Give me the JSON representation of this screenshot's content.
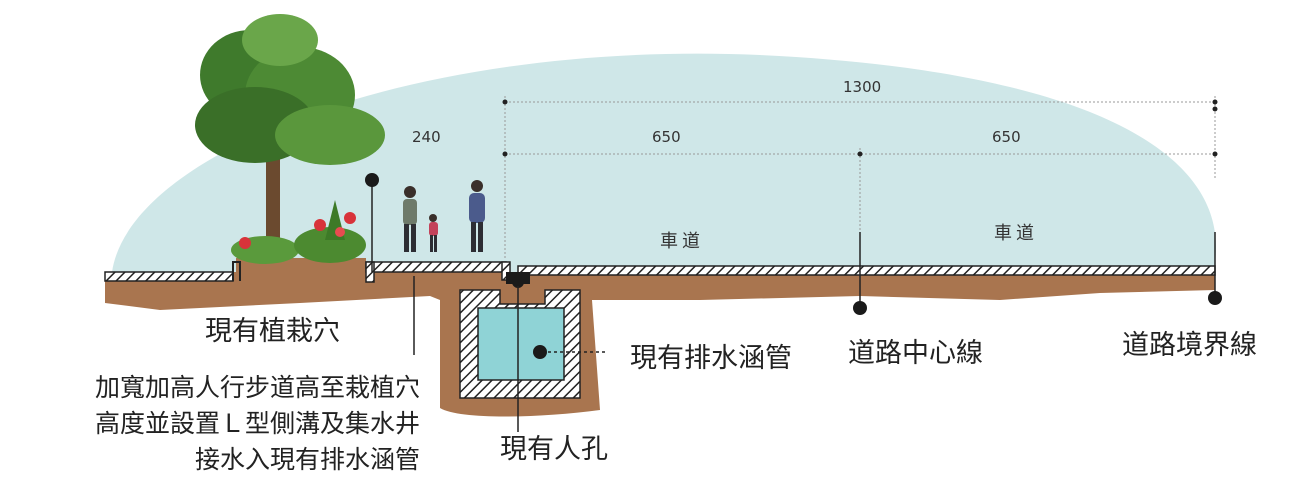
{
  "dimensions": {
    "total": "1300",
    "sidewalk": "240",
    "lane_left": "650",
    "lane_right": "650"
  },
  "lanes": {
    "left": "車道",
    "right": "車道"
  },
  "labels": {
    "planting_pit": "現有植栽穴",
    "drain_pipe": "現有排水涵管",
    "manhole": "現有人孔",
    "road_centerline": "道路中心線",
    "road_boundary": "道路境界線"
  },
  "note": {
    "line1": "加寬加高人行步道高至栽植穴",
    "line2": "高度並設置Ｌ型側溝及集水井",
    "line3": "接水入現有排水涵管"
  },
  "colors": {
    "sky": "#cfe7e8",
    "soil": "#a9754f",
    "water": "#8fd3d6",
    "pavement": "#2a2a2a"
  }
}
